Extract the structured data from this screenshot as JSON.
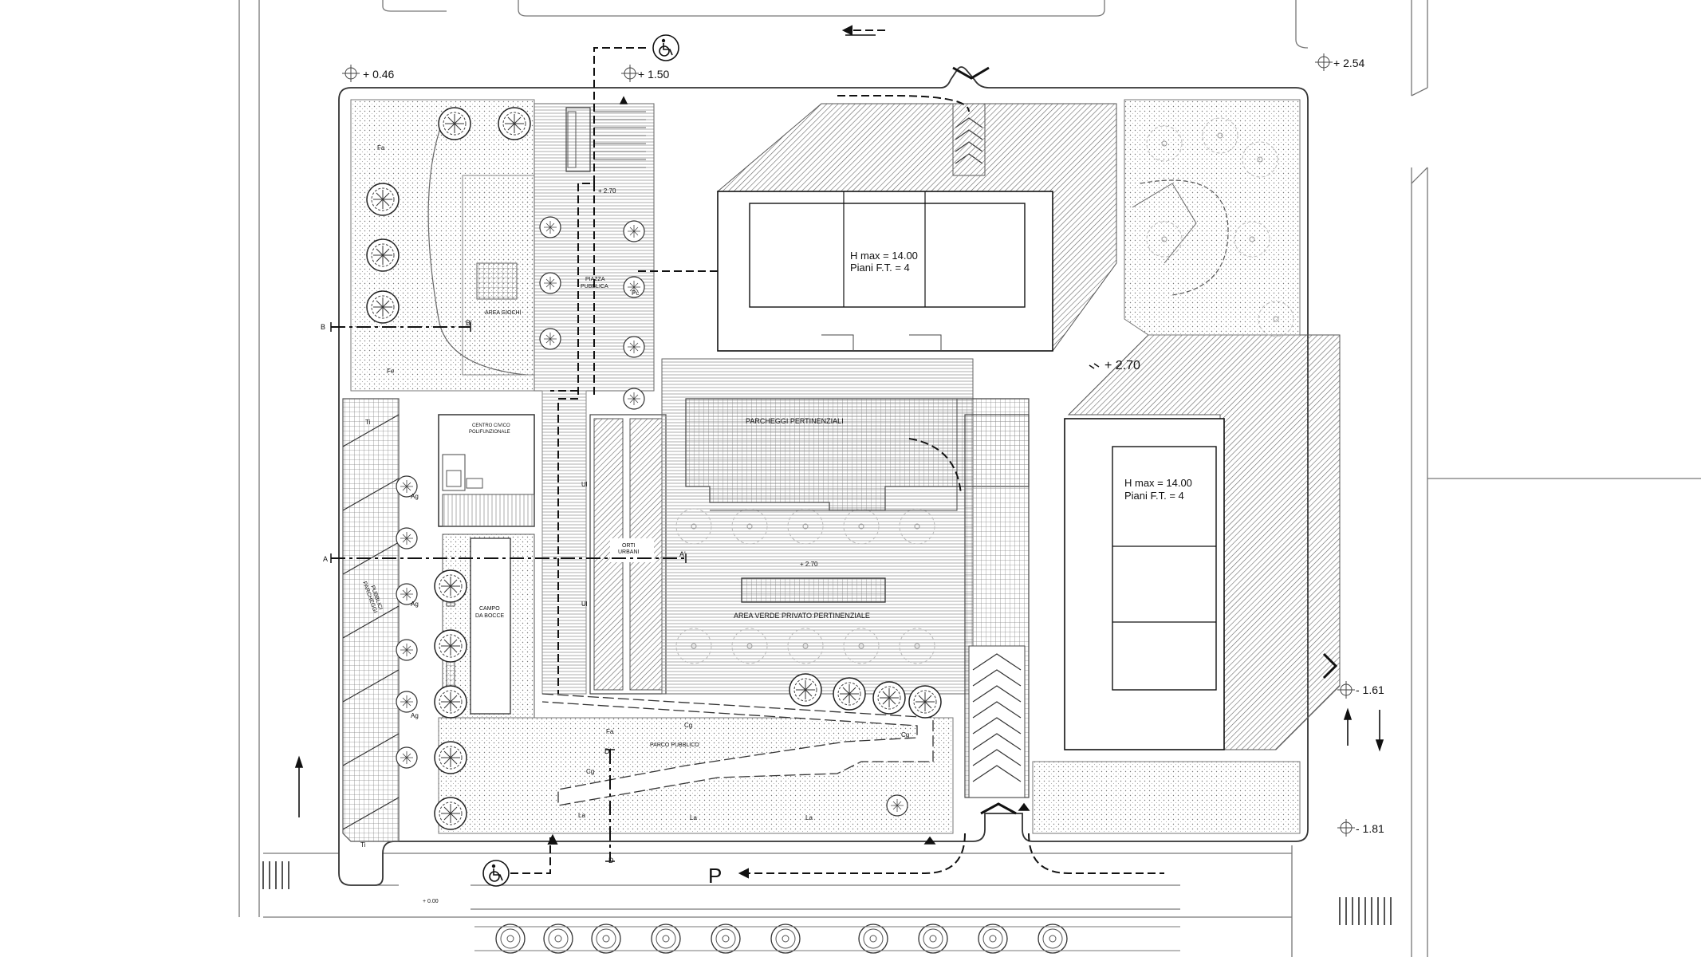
{
  "elevations": {
    "e_046": "+ 0.46",
    "e_150": "+ 1.50",
    "e_254": "+ 2.54",
    "e_270_top": "+ 2.70",
    "e_270_right": "+ 2.70",
    "e_270_mid": "+ 2.70",
    "e_m161": "- 1.61",
    "e_m181": "- 1.81",
    "e_000": "+ 0.00"
  },
  "buildings": {
    "north": {
      "hmax": "H max = 14.00",
      "floors": "Piani F.T. = 4"
    },
    "east": {
      "hmax": "H max = 14.00",
      "floors": "Piani F.T. = 4"
    }
  },
  "areas": {
    "piazza_line1": "PIAZZA",
    "piazza_line2": "PUBBLICA",
    "area_giochi": "AREA GIOCHI",
    "centro_line1": "CENTRO CIVICO",
    "centro_line2": "POLIFUNZIONALE",
    "parcheggi_pert": "PARCHEGGI PERTINENZIALI",
    "orti_line1": "ORTI",
    "orti_line2": "URBANI",
    "area_verde": "AREA VERDE  PRIVATO PERTINENZIALE",
    "campo_line1": "CAMPO",
    "campo_line2": "DA BOCCE",
    "parcheggi_pub_line1": "PARCHEGGI",
    "parcheggi_pub_line2": "PUBBLICI",
    "parco": "PARCO PUBBLICO",
    "parking_p": "P"
  },
  "sections": {
    "a": "A",
    "a1": "A'",
    "b": "B",
    "b1": "B'",
    "d": "D",
    "d1": "D'"
  },
  "species": {
    "fa": "Fa",
    "fe": "Fe",
    "ti": "Ti",
    "ag": "Ag",
    "ul": "Ul",
    "cg": "Cg",
    "la": "La",
    "pc": "Pc"
  },
  "colors": {
    "line": "#222222",
    "hatch": "#555555",
    "light": "#9a9a9a"
  }
}
